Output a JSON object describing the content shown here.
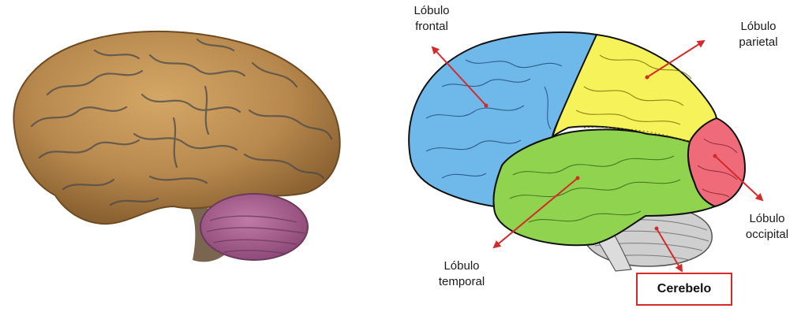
{
  "labels": {
    "frontal": [
      "Lóbulo",
      "frontal"
    ],
    "parietal": [
      "Lóbulo",
      "parietal"
    ],
    "temporal": [
      "Lóbulo",
      "temporal"
    ],
    "occipital": [
      "Lóbulo",
      "occipital"
    ],
    "cerebelo": "Cerebelo"
  },
  "colors": {
    "frontal": "#6fb9ea",
    "parietal": "#f6f25a",
    "temporal": "#8fd34f",
    "occipital": "#ef6b7a",
    "cerebelo": "#cfcfcf",
    "arrow": "#d42a2a",
    "real_brain": "#b8894e",
    "real_cerebellum": "#a25d8c"
  }
}
